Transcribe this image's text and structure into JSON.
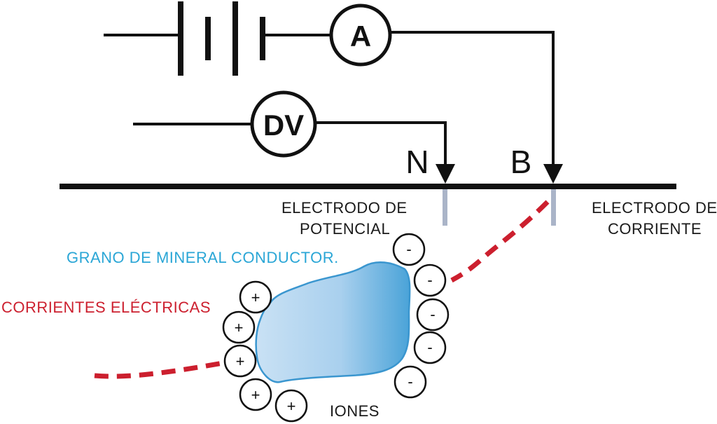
{
  "colors": {
    "wire": "#111111",
    "grain_fill_dark": "#4aa3d8",
    "grain_fill_light": "#c7e0f4",
    "grain_stroke": "#3a96cf",
    "current_dash": "#cc1f2e",
    "electrode": "#aab4c8",
    "label_blue": "#2aa6d6",
    "label_red": "#cc1f2e"
  },
  "meters": {
    "ammeter": "A",
    "voltmeter": "DV"
  },
  "electrodes": {
    "n_letter": "N",
    "b_letter": "B",
    "potential_label_line1": "ELECTRODO DE",
    "potential_label_line2": "POTENCIAL",
    "current_label_line1": "ELECTRODO DE",
    "current_label_line2": "CORRIENTE"
  },
  "labels": {
    "grain": "GRANO DE MINERAL CONDUCTOR.",
    "currents": "CORRIENTES ELÉCTRICAS",
    "ions": "IONES"
  },
  "ions": {
    "positive_sign": "+",
    "negative_sign": "-"
  },
  "icons": {
    "battery": "battery-icon",
    "ammeter": "ammeter-icon",
    "voltmeter": "voltmeter-icon"
  }
}
